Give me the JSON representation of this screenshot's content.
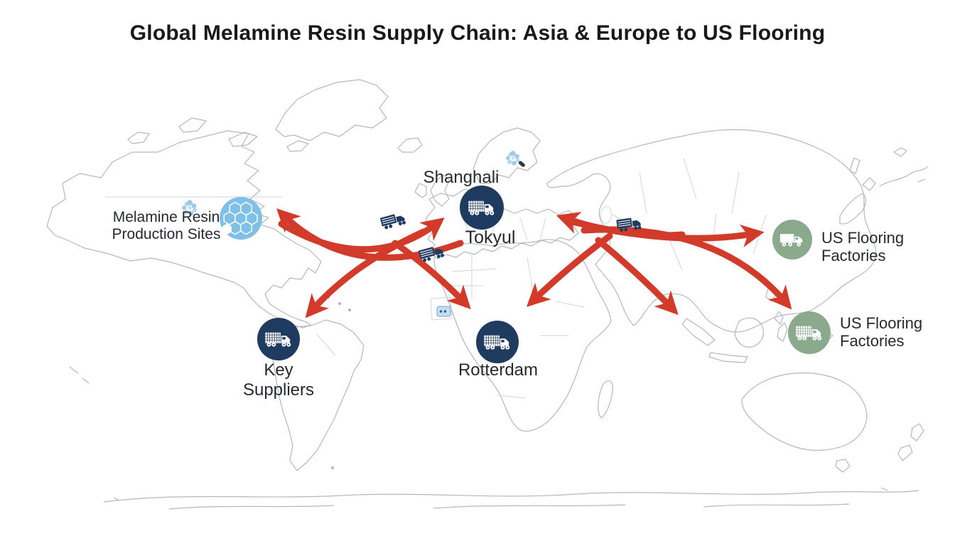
{
  "title": "Global Melamine Resin Supply Chain: Asia & Europe to US Flooring",
  "colors": {
    "arrow_red": "#d23b2a",
    "node_navy": "#1f3b60",
    "node_blue": "#7fc0e8",
    "node_green": "#8ba98c",
    "map_outline": "#b4b8bd",
    "map_inner": "#d2d5d9",
    "deco_blue": "#9ccbe9",
    "badge_blue": "#c7ddf0",
    "badge_dot": "#33628f",
    "pill_dark": "#2d3442",
    "text": "#26292e"
  },
  "nodes": {
    "production": {
      "label_line1": "Melamine Resin",
      "label_line2": "Production Sites",
      "color": "#7fc0e8",
      "icon": "molecule-honeycomb-icon"
    },
    "europe_hub": {
      "label_above": "Shanghali",
      "label_below": "Tokyul",
      "color": "#1f3b60",
      "icon": "container-truck-icon"
    },
    "key_suppliers": {
      "label": "Key Suppliers",
      "color": "#1f3b60",
      "icon": "container-truck-icon"
    },
    "rotterdam": {
      "label": "Rotterdam",
      "color": "#1f3b60",
      "icon": "container-truck-icon"
    },
    "us_flooring_north": {
      "label_line1": "US Flooring",
      "label_line2": "Factories",
      "color": "#8ba98c",
      "icon": "box-truck-icon"
    },
    "us_flooring_south": {
      "label_line1": "US Flooring",
      "label_line2": "Factories",
      "color": "#8ba98c",
      "icon": "container-truck-icon"
    }
  },
  "arrows": [
    {
      "from": "Europe hub",
      "to": "Melamine Resin Production Sites"
    },
    {
      "from": "Melamine Resin Production Sites",
      "to": "Western Europe"
    },
    {
      "from": "Mid-Atlantic",
      "to": "Key Suppliers"
    },
    {
      "from": "Mid-Atlantic",
      "to": "Rotterdam"
    },
    {
      "from": "Central Asia",
      "to": "US Flooring Factories (north)"
    },
    {
      "from": "East Asia",
      "to": "Europe hub"
    },
    {
      "from": "Central Asia",
      "to": "US Flooring Factories (south)"
    },
    {
      "from": "Central Asia",
      "to": "Southeast Asia"
    },
    {
      "from": "Central Asia",
      "to": "Rotterdam"
    }
  ],
  "decorations": [
    "cargo-truck-icon x3 (atlantic, iberia, central-asia)",
    "molecule-cluster-icon x2 (north-america, scandinavia)",
    "flag-badge-icon (west-africa)"
  ]
}
